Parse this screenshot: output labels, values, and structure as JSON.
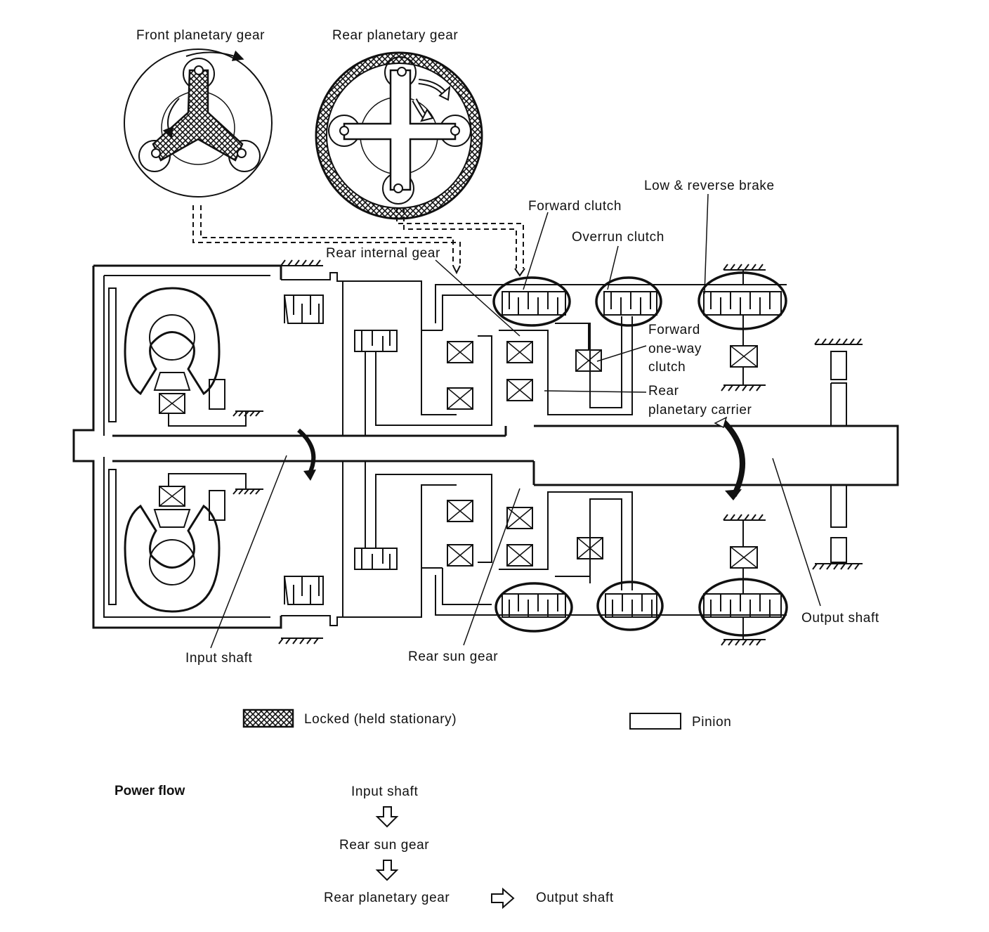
{
  "labels": {
    "front_planetary_gear": "Front planetary gear",
    "rear_planetary_gear": "Rear planetary gear",
    "low_reverse_brake": "Low & reverse brake",
    "forward_clutch": "Forward clutch",
    "overrun_clutch": "Overrun clutch",
    "rear_internal_gear": "Rear internal gear",
    "forward_one_way_clutch": [
      "Forward",
      "one-way",
      "clutch"
    ],
    "rear_planetary_carrier": [
      "Rear",
      "planetary carrier"
    ],
    "output_shaft": "Output shaft",
    "input_shaft": "Input shaft",
    "rear_sun_gear": "Rear sun gear"
  },
  "legend": {
    "locked": "Locked (held stationary)",
    "pinion": "Pinion"
  },
  "power_flow": {
    "title": "Power flow",
    "steps": [
      "Input shaft",
      "Rear sun gear",
      "Rear planetary gear",
      "Output shaft"
    ]
  }
}
